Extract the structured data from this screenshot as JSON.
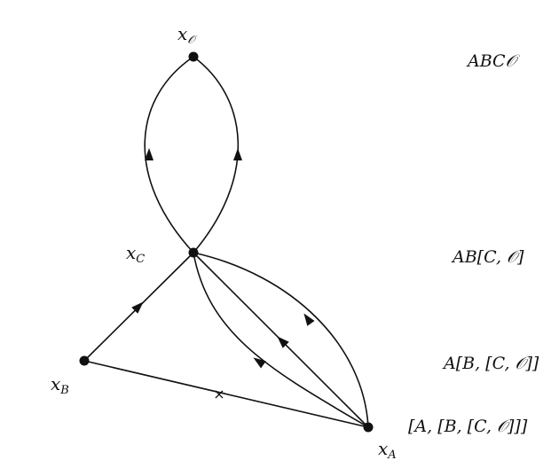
{
  "nodes": {
    "xO": {
      "base": "x",
      "sub": "𝒪"
    },
    "xC": {
      "base": "x",
      "sub": "C"
    },
    "xB": {
      "base": "x",
      "sub": "B"
    },
    "xA": {
      "base": "x",
      "sub": "A"
    }
  },
  "level_labels": [
    "ABC𝒪",
    "AB[C, 𝒪]",
    "A[B, [C, 𝒪]]",
    "[A, [B, [C, 𝒪]]]"
  ],
  "cut_mark": "×"
}
